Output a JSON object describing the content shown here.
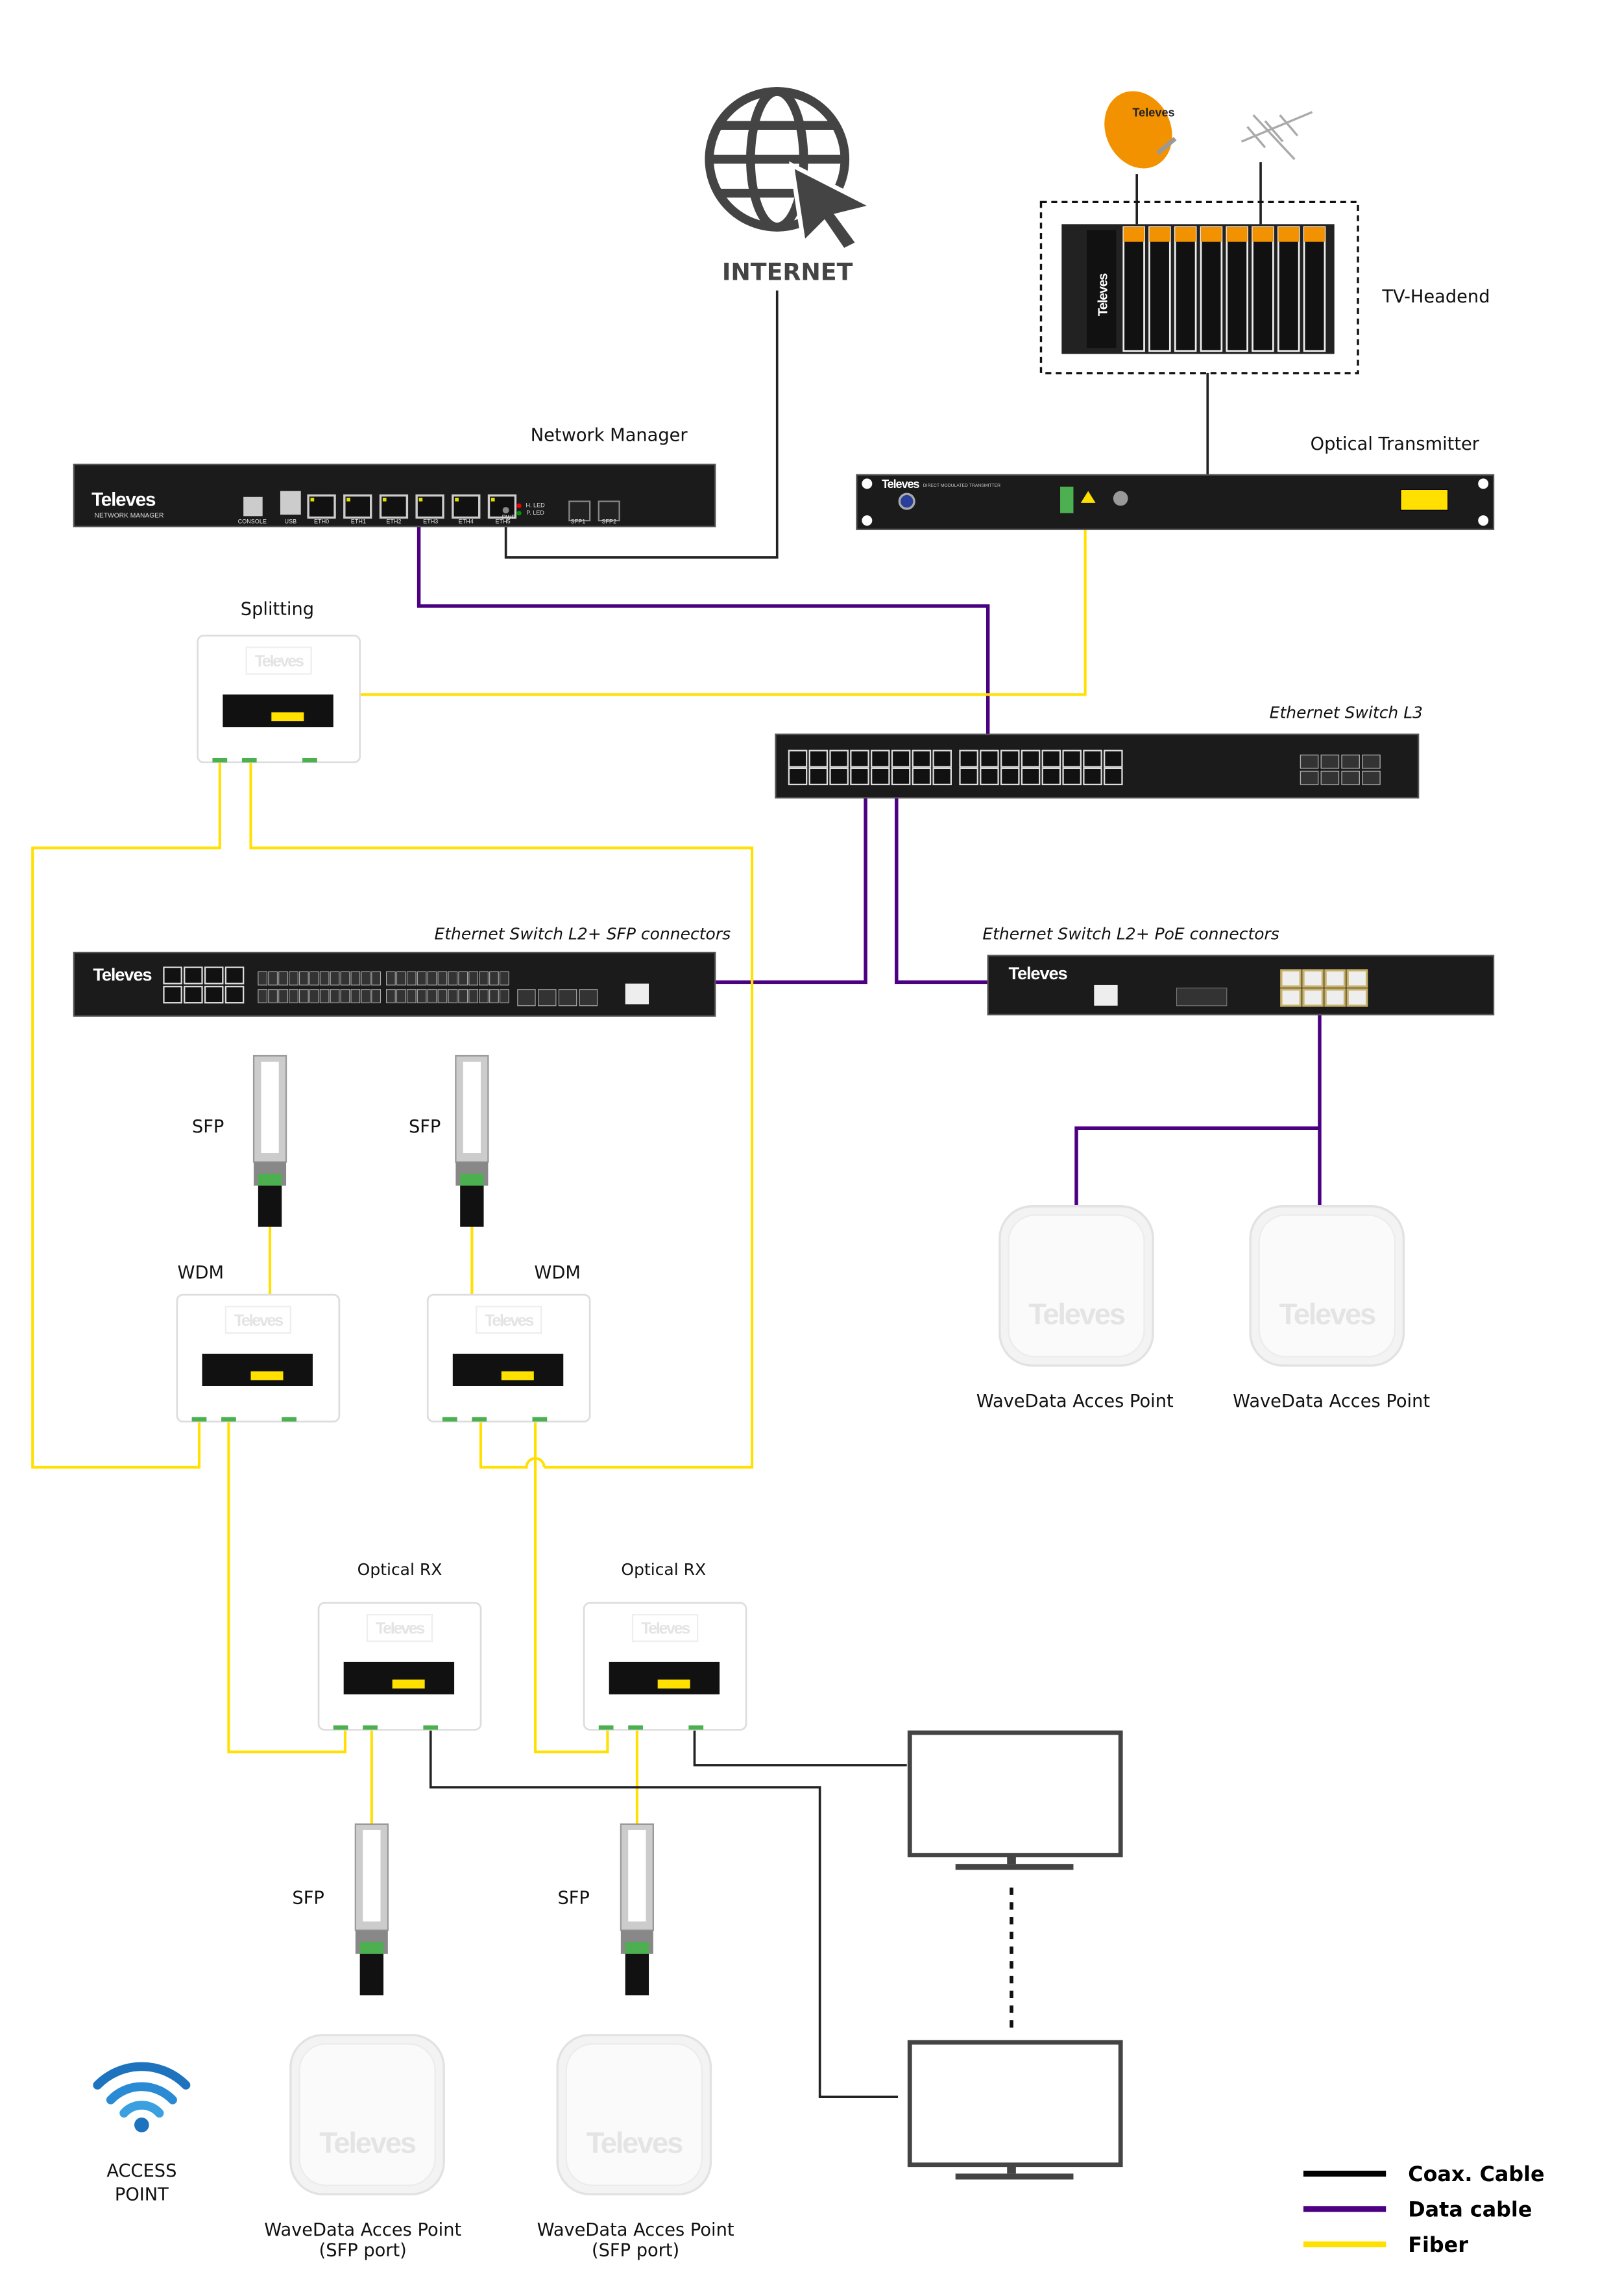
{
  "internet": {
    "label": "INTERNET",
    "icon": "globe-cursor-icon"
  },
  "headend": {
    "label": "TV-Headend",
    "brand": "Televes"
  },
  "network_manager": {
    "label": "Network Manager",
    "brand": "Televes",
    "model": "NETWORK MANAGER",
    "ports": [
      "CONSOLE",
      "USB",
      "ETH0",
      "ETH1",
      "ETH2",
      "ETH3",
      "ETH4",
      "ETH5",
      "PWR",
      "SFP1",
      "SFP2"
    ],
    "leds": [
      "H. LED",
      "P. LED"
    ]
  },
  "optical_transmitter": {
    "label": "Optical Transmitter",
    "brand": "Televes",
    "model": "DIRECT MODULATED TRANSMITTER"
  },
  "splitting": {
    "label": "Splitting"
  },
  "switch_l3": {
    "label": "Ethernet Switch L3"
  },
  "switch_l2_sfp": {
    "label": "Ethernet Switch L2+ SFP connectors",
    "brand": "Televes"
  },
  "switch_l2_poe": {
    "label": "Ethernet Switch L2+ PoE connectors",
    "brand": "Televes"
  },
  "sfp_labels": [
    "SFP",
    "SFP",
    "SFP",
    "SFP"
  ],
  "wdm_labels": [
    "WDM",
    "WDM"
  ],
  "optical_rx_labels": [
    "Optical RX",
    "Optical RX"
  ],
  "access_points_poe": [
    "WaveData Acces Point",
    "WaveData Acces Point"
  ],
  "access_points_sfp": [
    {
      "line1": "WaveData Acces Point",
      "line2": "(SFP port)"
    },
    {
      "line1": "WaveData Acces Point",
      "line2": "(SFP port)"
    }
  ],
  "ap_brand": "Televes",
  "access_point_icon": {
    "line1": "ACCESS",
    "line2": "POINT",
    "icon": "wifi-icon"
  },
  "legend": [
    {
      "label": "Coax. Cable",
      "color": "#000000"
    },
    {
      "label": "Data cable",
      "color": "#4b0082"
    },
    {
      "label": "Fiber",
      "color": "#ffe000"
    }
  ]
}
